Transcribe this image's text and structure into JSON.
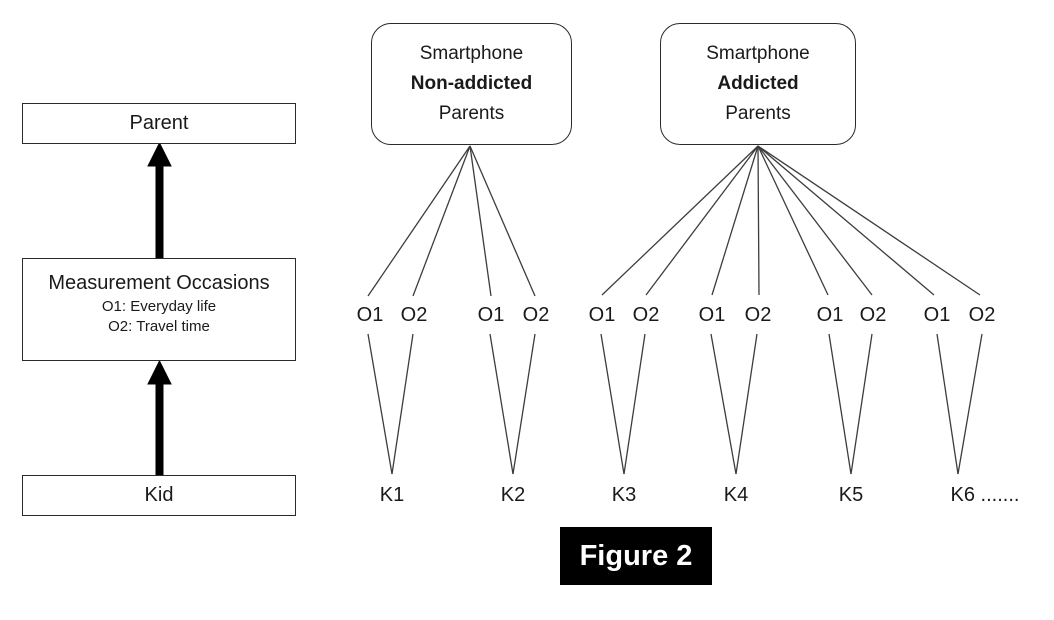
{
  "left_flow": {
    "parent_label": "Parent",
    "measurement_title": "Measurement Occasions",
    "measurement_line1": "O1: Everyday life",
    "measurement_line2": "O2: Travel time",
    "kid_label": "Kid"
  },
  "groups": [
    {
      "line1": "Smartphone",
      "line2": "Non-addicted",
      "line3": "Parents"
    },
    {
      "line1": "Smartphone",
      "line2": "Addicted",
      "line3": "Parents"
    }
  ],
  "pairs": [
    {
      "o1": "O1",
      "o2": "O2"
    },
    {
      "o1": "O1",
      "o2": "O2"
    },
    {
      "o1": "O1",
      "o2": "O2"
    },
    {
      "o1": "O1",
      "o2": "O2"
    },
    {
      "o1": "O1",
      "o2": "O2"
    },
    {
      "o1": "O1",
      "o2": "O2"
    }
  ],
  "kids": [
    "K1",
    "K2",
    "K3",
    "K4",
    "K5",
    "K6 ......."
  ],
  "caption": "Figure 2",
  "colors": {
    "connector_line": "#3d3d3d",
    "box_border": "#2b2b2b",
    "arrow": "#000000",
    "caption_bg": "#000000",
    "caption_text": "#ffffff"
  }
}
